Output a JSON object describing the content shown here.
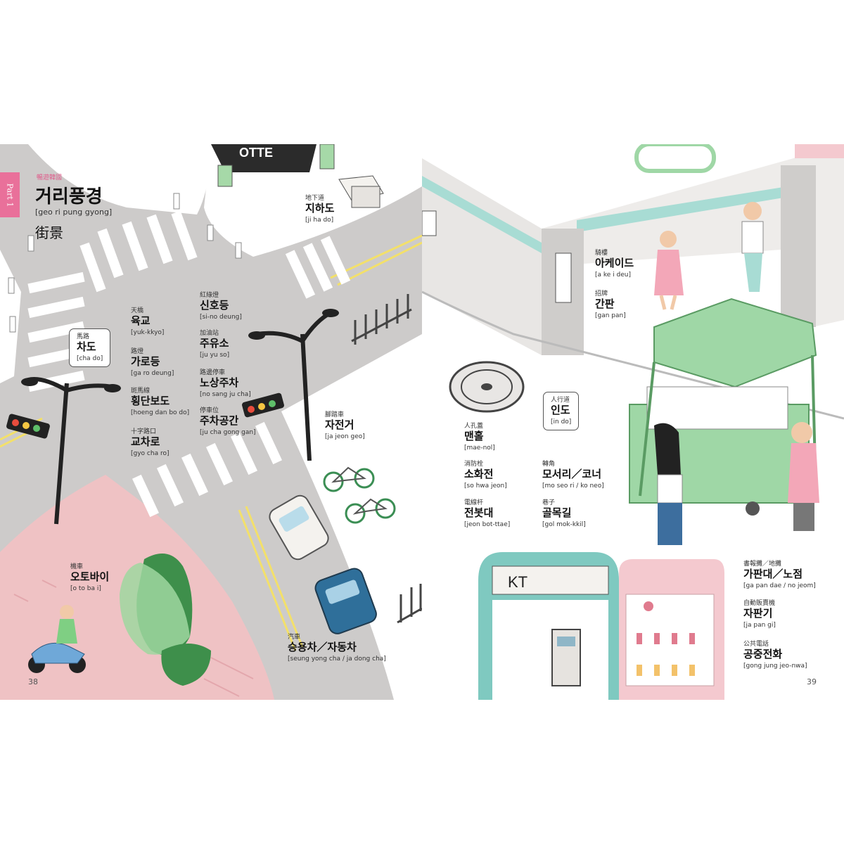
{
  "left_page": {
    "part_tab": "Part 1",
    "section_subtitle": "暢遊韓國",
    "title_ko": "거리풍경",
    "title_romanization": "[geo ri pung gyong]",
    "title_zh": "街景",
    "page_number": "38",
    "sign_text": "OTTE",
    "labels": {
      "chado": {
        "zh": "馬路",
        "ko": "차도",
        "rom": "[cha do]"
      },
      "yukgyo": {
        "zh": "天橋",
        "ko": "육교",
        "rom": "[yuk-kkyo]"
      },
      "garodeung": {
        "zh": "路燈",
        "ko": "가로등",
        "rom": "[ga ro deung]"
      },
      "hoengdan": {
        "zh": "斑馬線",
        "ko": "횡단보도",
        "rom": "[hoeng dan bo do]"
      },
      "gyocharo": {
        "zh": "十字路口",
        "ko": "교차로",
        "rom": "[gyo cha ro]"
      },
      "sinhodeung": {
        "zh": "紅綠燈",
        "ko": "신호등",
        "rom": "[si-no deung]"
      },
      "juyuso": {
        "zh": "加油站",
        "ko": "주유소",
        "rom": "[ju yu so]"
      },
      "nosang": {
        "zh": "路邊停車",
        "ko": "노상주차",
        "rom": "[no sang ju cha]"
      },
      "juchagonggan": {
        "zh": "停車位",
        "ko": "주차공간",
        "rom": "[ju cha gong gan]"
      },
      "jihado": {
        "zh": "地下道",
        "ko": "지하도",
        "rom": "[ji ha do]"
      },
      "jajeongeo": {
        "zh": "腳踏車",
        "ko": "자전거",
        "rom": "[ja jeon geo]"
      },
      "otobai": {
        "zh": "機車",
        "ko": "오토바이",
        "rom": "[o to ba i]"
      },
      "seungyongcha": {
        "zh": "汽車",
        "ko": "승용차／자동차",
        "rom": "[seung yong cha / ja dong cha]"
      }
    }
  },
  "right_page": {
    "page_number": "39",
    "booth_sign": "KT",
    "labels": {
      "arcade": {
        "zh": "騎樓",
        "ko": "아케이드",
        "rom": "[a ke i deu]"
      },
      "ganpan": {
        "zh": "招牌",
        "ko": "간판",
        "rom": "[gan pan]"
      },
      "indo": {
        "zh": "人行道",
        "ko": "인도",
        "rom": "[in do]"
      },
      "maenhol": {
        "zh": "人孔蓋",
        "ko": "맨홀",
        "rom": "[mae-nol]"
      },
      "sohwajeon": {
        "zh": "消防栓",
        "ko": "소화전",
        "rom": "[so hwa jeon]"
      },
      "moseori": {
        "zh": "轉角",
        "ko": "모서리／코너",
        "rom": "[mo seo ri / ko neo]"
      },
      "jeonbotdae": {
        "zh": "電線杆",
        "ko": "전봇대",
        "rom": "[jeon bot-ttae]"
      },
      "golmokgil": {
        "zh": "巷子",
        "ko": "골목길",
        "rom": "[gol mok-kkil]"
      },
      "gapandae": {
        "zh": "書報攤／地攤",
        "ko": "가판대／노점",
        "rom": "[ga pan dae / no jeom]"
      },
      "japangi": {
        "zh": "自動販賣機",
        "ko": "자판기",
        "rom": "[ja pan gi]"
      },
      "gongjung": {
        "zh": "公共電話",
        "ko": "공중전화",
        "rom": "[gong jung jeo-nwa]"
      }
    }
  },
  "colors": {
    "road": "#cdcbca",
    "sidewalk_pink": "#efc2c4",
    "accent_pink": "#e9709a",
    "stall_green": "#9fd7a6",
    "booth_teal": "#7fc9c0",
    "booth_pink": "#f4c9cf",
    "car_white": "#f4f2ee",
    "car_blue": "#2f6f9a"
  },
  "icons": [
    "traffic-light-icon",
    "street-lamp-icon",
    "bicycle-icon",
    "car-icon",
    "scooter-icon",
    "tree-icon",
    "manhole-icon",
    "newsstand-icon",
    "phone-booth-icon",
    "vending-machine-icon",
    "person-icon"
  ]
}
